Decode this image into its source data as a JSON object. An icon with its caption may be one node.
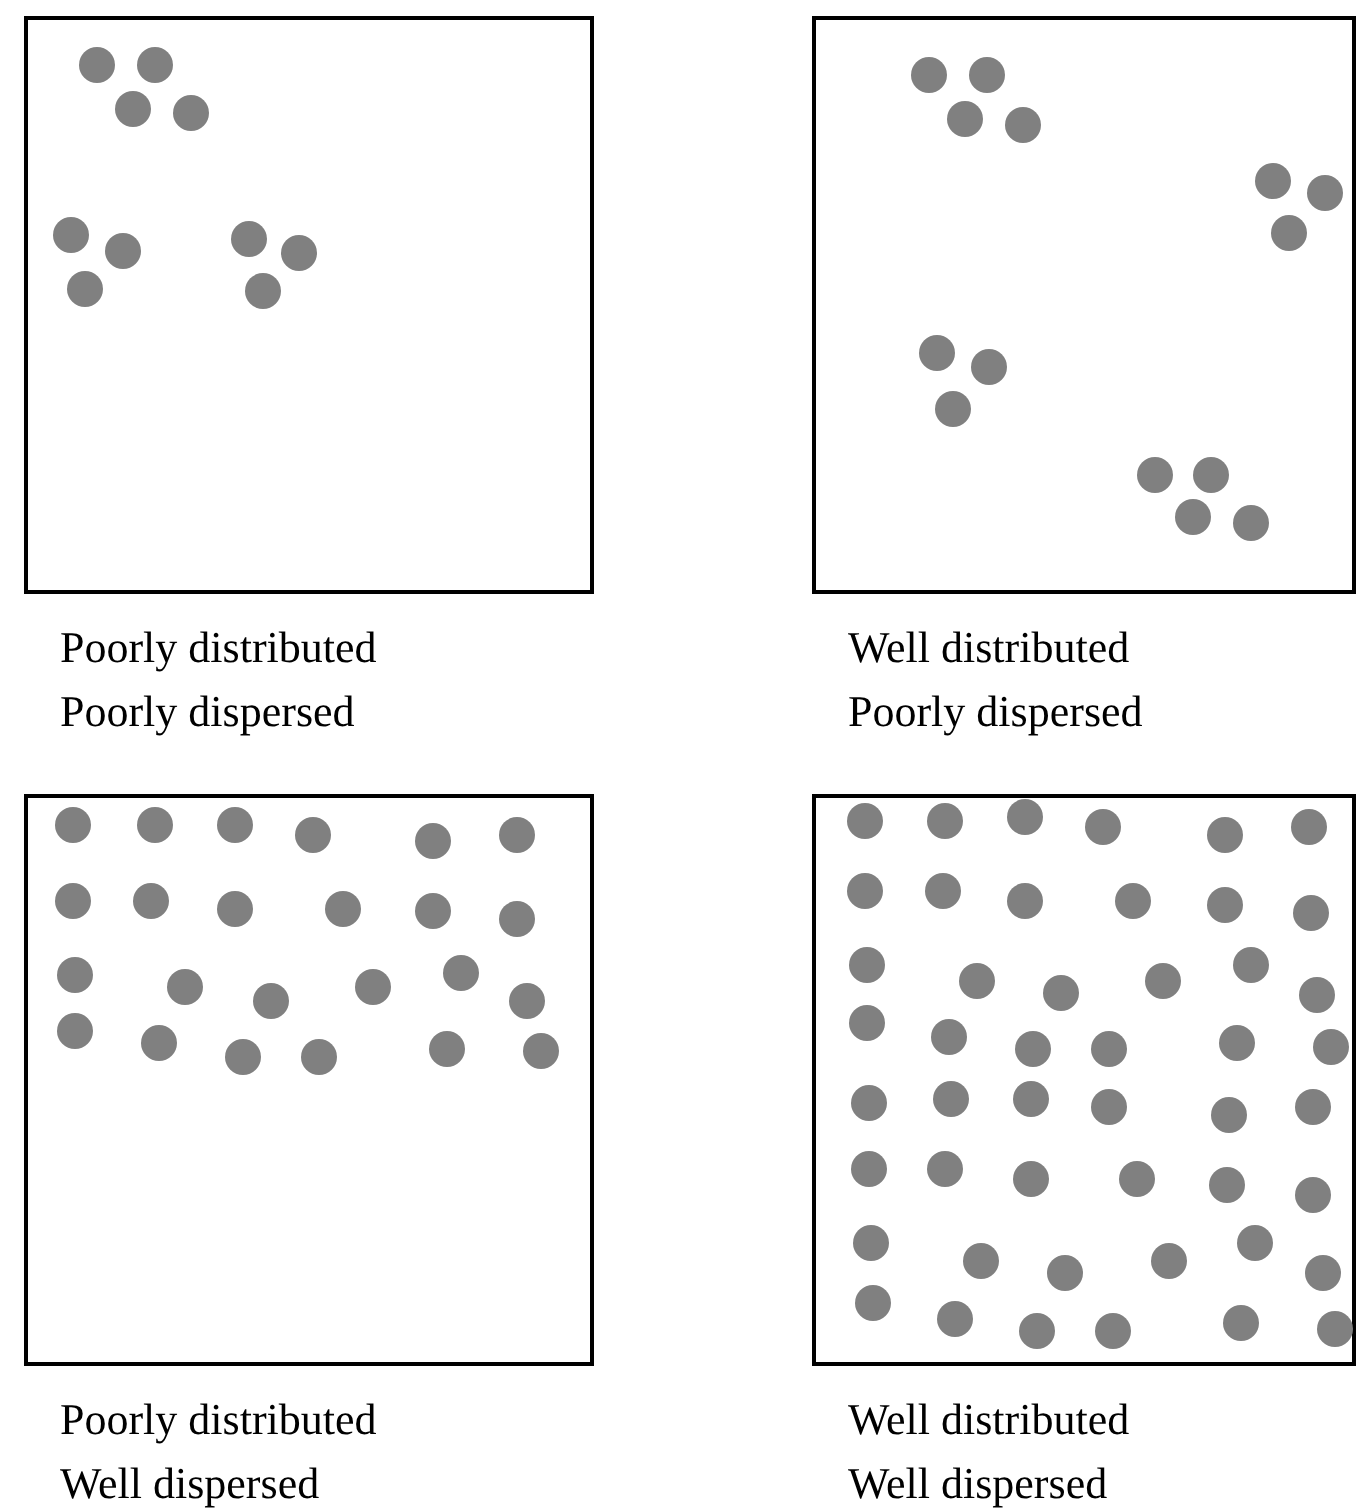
{
  "diagram": {
    "nodes": [
      {
        "text": [],
        "shape": "box",
        "beside": [
          "Poorly distributed",
          "Poorly dispersed"
        ]
      },
      {
        "text": [],
        "shape": "box",
        "beside": [
          "Well distributed",
          "Poorly dispersed"
        ]
      },
      {
        "text": [],
        "shape": "box",
        "beside": [
          "Poorly distributed",
          "Well dispersed"
        ]
      },
      {
        "text": [],
        "shape": "box",
        "beside": [
          "Well distributed",
          "Well dispersed"
        ]
      }
    ]
  }
}
